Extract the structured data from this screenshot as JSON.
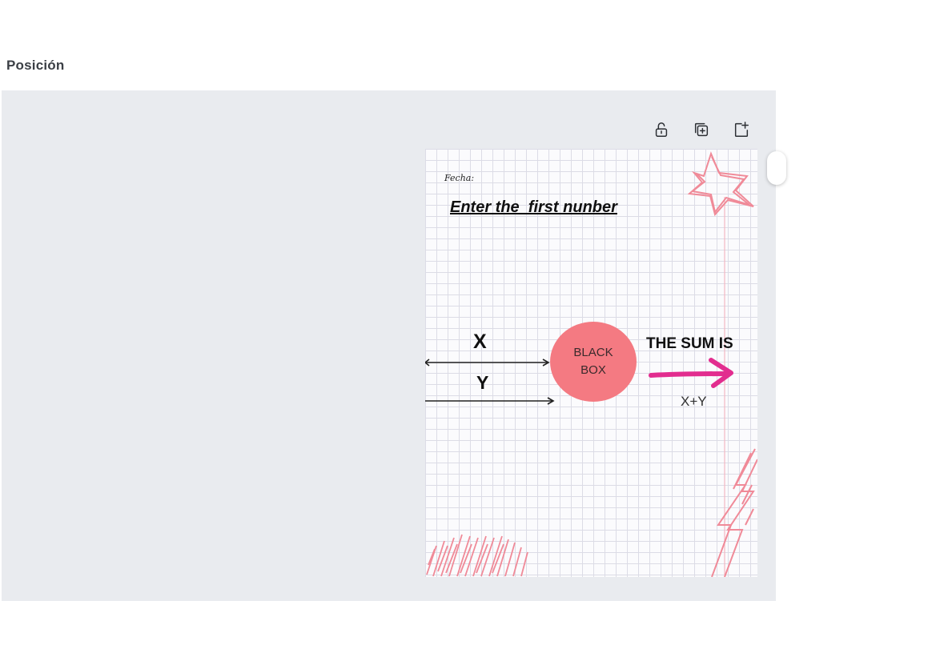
{
  "panel": {
    "title": "Posición"
  },
  "toolbar": {
    "items": [
      {
        "icon": "unlock-icon"
      },
      {
        "icon": "duplicate-page-icon"
      },
      {
        "icon": "add-page-icon"
      }
    ]
  },
  "page": {
    "fecha_label": "Fecha:",
    "heading": "Enter the  first nunber",
    "input_x": "X",
    "input_y": "Y",
    "box_label": "BLACK BOX",
    "output_title": "THE SUM IS",
    "output_expr": "X+Y",
    "colors": {
      "box": "#f47a82",
      "arrow": "#e22d8f",
      "doodle": "#f08a98"
    }
  }
}
